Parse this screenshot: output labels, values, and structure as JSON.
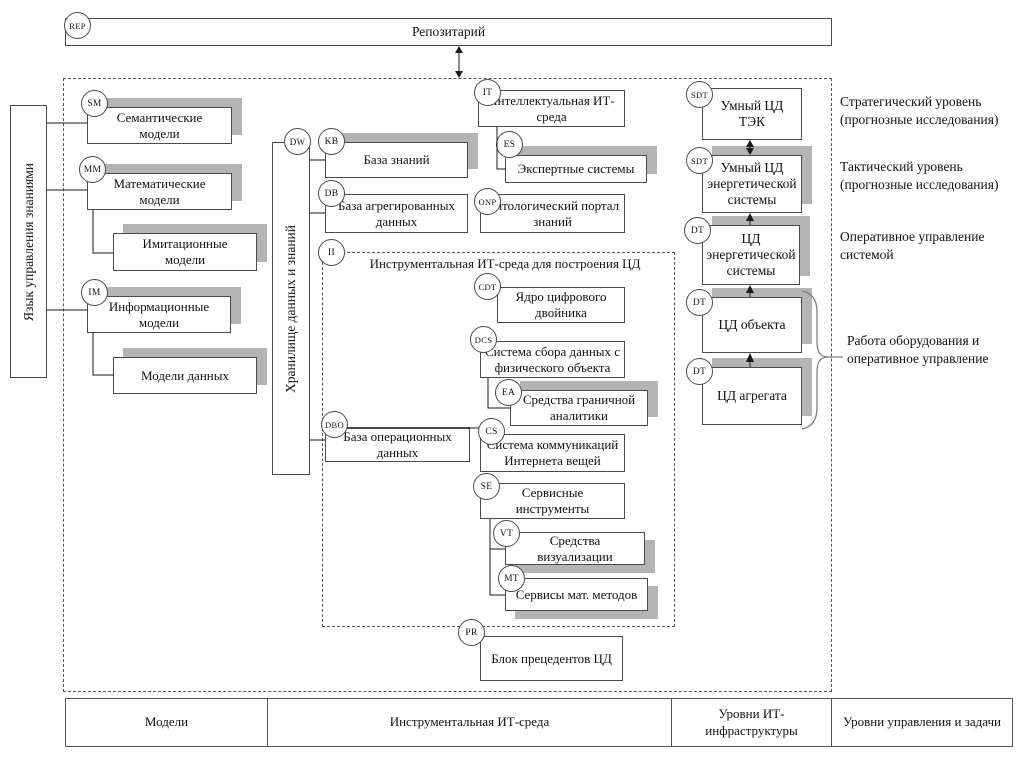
{
  "repository": {
    "badge": "REP",
    "label": "Репозитарий"
  },
  "knowledge_language": {
    "label": "Язык управления знаниями"
  },
  "warehouse": {
    "badge": "DW",
    "label": "Хранилище данных и знаний"
  },
  "models_column": {
    "semantic": {
      "badge": "SM",
      "label": "Семантические модели"
    },
    "mathematical": {
      "badge": "MM",
      "label": "Математические модели"
    },
    "simulation": {
      "label": "Имитационные модели"
    },
    "information": {
      "badge": "IM",
      "label": "Информационные модели"
    },
    "data_models": {
      "label": "Модели данных"
    }
  },
  "storage": {
    "knowledge_base": {
      "badge": "KB",
      "label": "База знаний"
    },
    "aggregated_db": {
      "badge": "DB",
      "label": "База агрегированных данных"
    },
    "operational_db": {
      "badge": "DBO",
      "label": "База операционных данных"
    }
  },
  "it_env": {
    "intellectual": {
      "badge": "IT",
      "label": "Интеллектуальная ИТ-среда"
    },
    "expert_systems": {
      "badge": "ES",
      "label": "Экспертные системы"
    },
    "ontology_portal": {
      "badge": "ONP",
      "label": "Онтологический портал знаний"
    }
  },
  "instrumental_env": {
    "badge": "II",
    "label": "Инструментальная ИТ-среда для построения ЦД",
    "core": {
      "badge": "CDT",
      "label": "Ядро цифрового двойника"
    },
    "data_collection": {
      "badge": "DCS",
      "label": "Система сбора данных с физического объекта"
    },
    "edge_analytics": {
      "badge": "EA",
      "label": "Средства граничной аналитики"
    },
    "iot_comm": {
      "badge": "CS",
      "label": "Система коммуникаций Интернета вещей"
    },
    "service_tools": {
      "badge": "SE",
      "label": "Сервисные инструменты"
    },
    "visualization": {
      "badge": "VT",
      "label": "Средства визуализации"
    },
    "math_services": {
      "badge": "MT",
      "label": "Сервисы мат. методов"
    }
  },
  "precedents": {
    "badge": "PR",
    "label": "Блок прецедентов ЦД"
  },
  "twins": [
    {
      "badge": "SDT",
      "label": "Умный ЦД ТЭК"
    },
    {
      "badge": "SDT",
      "label": "Умный ЦД энергетической системы"
    },
    {
      "badge": "DT",
      "label": "ЦД энергетической системы"
    },
    {
      "badge": "DT",
      "label": "ЦД объекта"
    },
    {
      "badge": "DT",
      "label": "ЦД агрегата"
    }
  ],
  "management_levels": [
    {
      "label": "Стратегический уровень (прогнозные исследования)"
    },
    {
      "label": "Тактический уровень (прогнозные исследования)"
    },
    {
      "label": "Оперативное управление системой"
    },
    {
      "label": "Работа оборудования и оперативное управление"
    }
  ],
  "footer": {
    "columns": [
      {
        "label": "Модели"
      },
      {
        "label": "Инструментальная ИТ-среда"
      },
      {
        "label": "Уровни ИТ-инфраструктуры"
      },
      {
        "label": "Уровни управления и задачи"
      }
    ]
  },
  "colors": {
    "shadow": "#b4b4b4",
    "border": "#4a4a4a",
    "line": "#1a1a1a"
  }
}
